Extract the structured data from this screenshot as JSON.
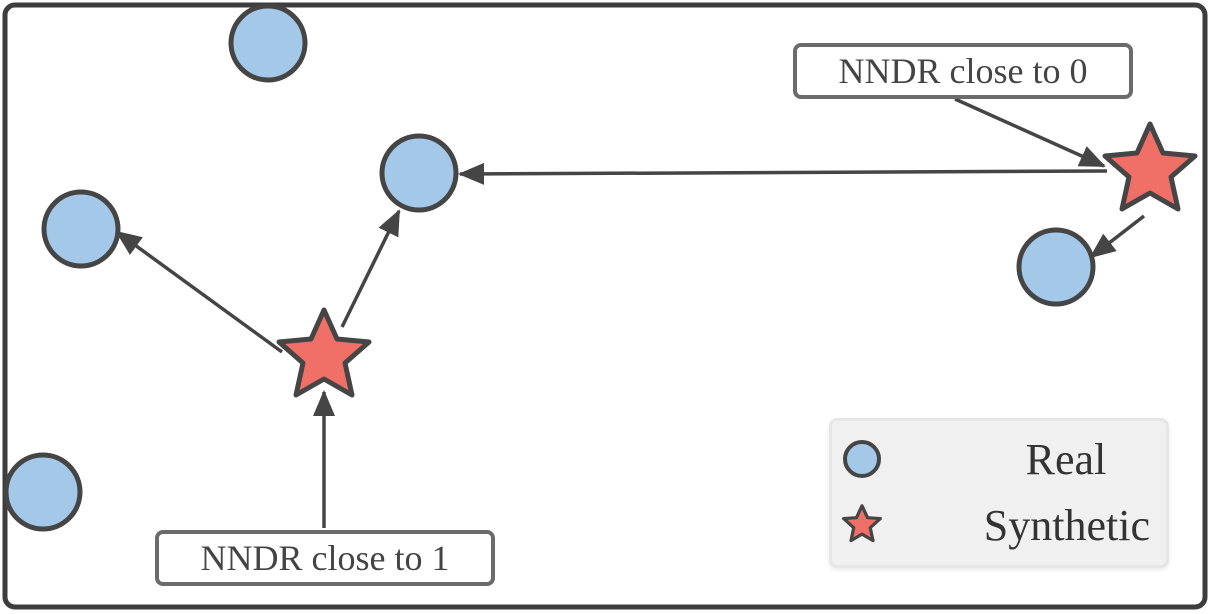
{
  "labels": {
    "top": "NNDR close to 0",
    "bottom": "NNDR close to 1"
  },
  "legend": {
    "real": "Real",
    "synthetic": "Synthetic"
  },
  "colors": {
    "real_fill": "#a3c8e8",
    "synthetic_fill": "#f07068",
    "stroke": "#454545",
    "frame": "#3d3d3d"
  }
}
